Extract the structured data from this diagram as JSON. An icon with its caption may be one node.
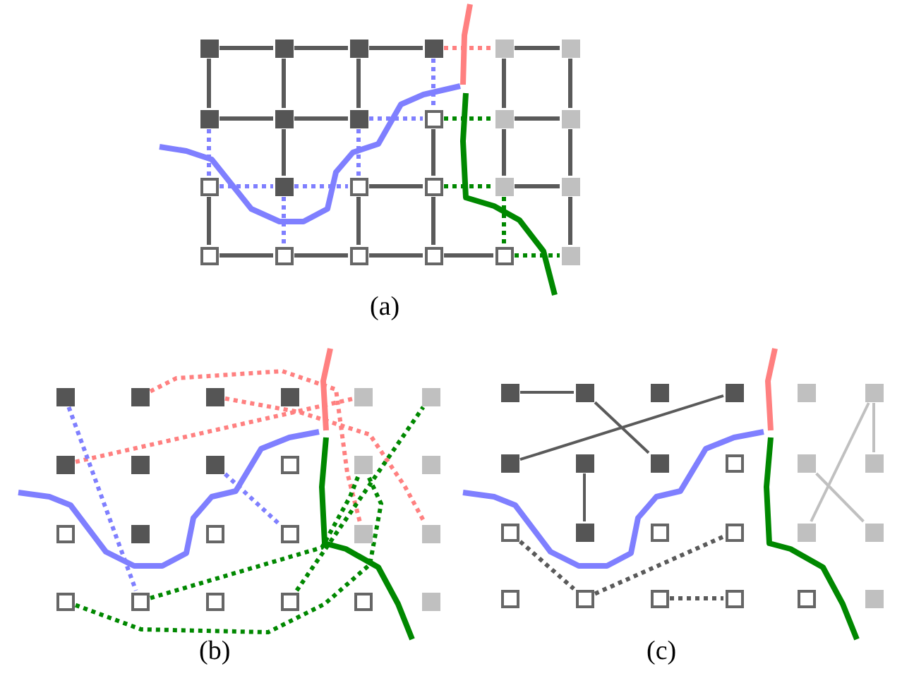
{
  "diagram": {
    "nodes": [
      {
        "text": [],
        "shape": "box"
      },
      {
        "text": [],
        "shape": "box"
      },
      {
        "text": [],
        "shape": "box"
      },
      {
        "text": [],
        "shape": "box"
      },
      {
        "text": [],
        "shape": "box"
      },
      {
        "text": [],
        "shape": "box"
      },
      {
        "text": [],
        "shape": "box"
      },
      {
        "text": [],
        "shape": "box"
      },
      {
        "text": [],
        "shape": "box"
      },
      {
        "text": [],
        "shape": "box"
      },
      {
        "text": [],
        "shape": "box"
      },
      {
        "text": [],
        "shape": "box"
      },
      {
        "text": [],
        "shape": "box"
      },
      {
        "text": [],
        "shape": "box"
      },
      {
        "text": [],
        "shape": "box"
      },
      {
        "text": [],
        "shape": "box"
      },
      {
        "text": [],
        "shape": "box"
      },
      {
        "text": [],
        "shape": "box"
      },
      {
        "text": [],
        "shape": "box"
      },
      {
        "text": [],
        "shape": "box"
      },
      {
        "text": [],
        "shape": "box"
      },
      {
        "text": [],
        "shape": "box"
      },
      {
        "text": [],
        "shape": "box"
      },
      {
        "text": [],
        "shape": "box"
      },
      {
        "text": [],
        "shape": "box"
      },
      {
        "text": [],
        "shape": "box"
      },
      {
        "text": [],
        "shape": "box"
      },
      {
        "text": [],
        "shape": "box"
      },
      {
        "text": [],
        "shape": "box"
      },
      {
        "text": [],
        "shape": "box"
      },
      {
        "text": [],
        "shape": "box"
      },
      {
        "text": [],
        "shape": "box"
      },
      {
        "text": [],
        "shape": "box"
      },
      {
        "text": [],
        "shape": "box"
      },
      {
        "text": [],
        "shape": "box"
      },
      {
        "text": [],
        "shape": "box"
      },
      {
        "text": [],
        "shape": "box"
      },
      {
        "text": [],
        "shape": "box"
      },
      {
        "text": [],
        "shape": "box"
      },
      {
        "text": [],
        "shape": "box"
      },
      {
        "text": [],
        "shape": "box"
      },
      {
        "text": [],
        "shape": "box"
      },
      {
        "text": [],
        "shape": "box"
      },
      {
        "text": [],
        "shape": "box"
      },
      {
        "text": [],
        "shape": "box"
      },
      {
        "text": [],
        "shape": "box"
      },
      {
        "text": [],
        "shape": "box"
      },
      {
        "text": [],
        "shape": "box"
      },
      {
        "text": [],
        "shape": "box"
      },
      {
        "text": [],
        "shape": "box"
      },
      {
        "text": [],
        "shape": "box"
      },
      {
        "text": [],
        "shape": "box"
      },
      {
        "text": [],
        "shape": "box"
      },
      {
        "text": [],
        "shape": "box"
      },
      {
        "text": [],
        "shape": "box"
      },
      {
        "text": [],
        "shape": "box"
      },
      {
        "text": [],
        "shape": "box"
      },
      {
        "text": [],
        "shape": "box"
      },
      {
        "text": [],
        "shape": "box"
      },
      {
        "text": [],
        "shape": "box"
      },
      {
        "text": [],
        "shape": "box"
      },
      {
        "text": [],
        "shape": "box"
      },
      {
        "text": [],
        "shape": "box"
      },
      {
        "text": [],
        "shape": "box"
      },
      {
        "text": [],
        "shape": "box"
      },
      {
        "text": [],
        "shape": "box"
      },
      {
        "text": [],
        "shape": "box"
      },
      {
        "text": [],
        "shape": "box"
      },
      {
        "text": [],
        "shape": "box"
      },
      {
        "text": [],
        "shape": "box"
      },
      {
        "text": [],
        "shape": "box"
      },
      {
        "text": [],
        "shape": "box"
      }
    ],
    "edges": [
      {
        "from": 0,
        "to": 1,
        "arrow": "none"
      },
      {
        "from": 1,
        "to": 2,
        "arrow": "none"
      },
      {
        "from": 2,
        "to": 3,
        "arrow": "none"
      },
      {
        "from": 3,
        "to": 4,
        "arrow": "none",
        "style": "dashed",
        "color": "#ff8080"
      },
      {
        "from": 4,
        "to": 5,
        "arrow": "none"
      },
      {
        "from": 6,
        "to": 7,
        "arrow": "none"
      },
      {
        "from": 7,
        "to": 8,
        "arrow": "none"
      },
      {
        "from": 8,
        "to": 9,
        "arrow": "none",
        "style": "dashed",
        "color": "#7f7fff"
      },
      {
        "from": 9,
        "to": 10,
        "arrow": "none",
        "style": "dashed",
        "color": "#008800"
      },
      {
        "from": 10,
        "to": 11,
        "arrow": "none"
      },
      {
        "from": 12,
        "to": 13,
        "arrow": "none",
        "style": "dashed",
        "color": "#7f7fff"
      },
      {
        "from": 13,
        "to": 14,
        "arrow": "none",
        "style": "dashed",
        "color": "#7f7fff"
      },
      {
        "from": 14,
        "to": 15,
        "arrow": "none"
      },
      {
        "from": 15,
        "to": 16,
        "arrow": "none",
        "style": "dashed",
        "color": "#008800"
      },
      {
        "from": 16,
        "to": 17,
        "arrow": "none"
      },
      {
        "from": 18,
        "to": 19,
        "arrow": "none"
      },
      {
        "from": 19,
        "to": 20,
        "arrow": "none"
      },
      {
        "from": 20,
        "to": 21,
        "arrow": "none"
      },
      {
        "from": 21,
        "to": 22,
        "arrow": "none"
      },
      {
        "from": 22,
        "to": 23,
        "arrow": "none",
        "style": "dashed",
        "color": "#008800"
      },
      {
        "from": 0,
        "to": 6,
        "arrow": "none"
      },
      {
        "from": 6,
        "to": 12,
        "arrow": "none",
        "style": "dashed",
        "color": "#7f7fff"
      },
      {
        "from": 12,
        "to": 18,
        "arrow": "none"
      },
      {
        "from": 1,
        "to": 7,
        "arrow": "none"
      },
      {
        "from": 7,
        "to": 13,
        "arrow": "none"
      },
      {
        "from": 13,
        "to": 19,
        "arrow": "none",
        "style": "dashed",
        "color": "#7f7fff"
      },
      {
        "from": 2,
        "to": 8,
        "arrow": "none"
      },
      {
        "from": 8,
        "to": 14,
        "arrow": "none",
        "style": "dashed",
        "color": "#7f7fff"
      },
      {
        "from": 14,
        "to": 20,
        "arrow": "none"
      },
      {
        "from": 3,
        "to": 9,
        "arrow": "none",
        "style": "dashed",
        "color": "#7f7fff"
      },
      {
        "from": 9,
        "to": 15,
        "arrow": "none"
      },
      {
        "from": 15,
        "to": 21,
        "arrow": "none"
      },
      {
        "from": 4,
        "to": 10,
        "arrow": "none"
      },
      {
        "from": 10,
        "to": 16,
        "arrow": "none"
      },
      {
        "from": 16,
        "to": 22,
        "arrow": "none",
        "style": "dashed",
        "color": "#008800"
      },
      {
        "from": 5,
        "to": 11,
        "arrow": "none"
      },
      {
        "from": 11,
        "to": 17,
        "arrow": "none"
      },
      {
        "from": 17,
        "to": 23,
        "arrow": "none"
      },
      {
        "from": 25,
        "to": 40,
        "arrow": "none",
        "style": "dashed",
        "color": "#ff8080"
      },
      {
        "from": 30,
        "to": 28,
        "arrow": "none",
        "style": "dashed",
        "color": "#ff8080"
      },
      {
        "from": 26,
        "to": 41,
        "arrow": "none",
        "style": "dashed",
        "color": "#ff8080"
      },
      {
        "from": 24,
        "to": 43,
        "arrow": "none",
        "style": "dashed",
        "color": "#7f7fff"
      },
      {
        "from": 32,
        "to": 39,
        "arrow": "none",
        "style": "dashed",
        "color": "#7f7fff"
      },
      {
        "from": 42,
        "to": 34,
        "arrow": "none",
        "style": "dashed",
        "color": "#008800"
      },
      {
        "from": 43,
        "to": 34,
        "arrow": "none",
        "style": "dashed",
        "color": "#008800"
      },
      {
        "from": 45,
        "to": 29,
        "arrow": "none",
        "style": "dashed",
        "color": "#008800"
      },
      {
        "from": 48,
        "to": 49,
        "arrow": "none"
      },
      {
        "from": 49,
        "to": 56,
        "arrow": "none"
      },
      {
        "from": 54,
        "to": 51,
        "arrow": "none"
      },
      {
        "from": 55,
        "to": 61,
        "arrow": "none"
      },
      {
        "from": 60,
        "to": 67,
        "arrow": "none",
        "style": "dashed"
      },
      {
        "from": 67,
        "to": 63,
        "arrow": "none",
        "style": "dashed"
      },
      {
        "from": 68,
        "to": 69,
        "arrow": "none",
        "style": "dashed"
      },
      {
        "from": 53,
        "to": 59,
        "arrow": "none",
        "color": "#c0c0c0"
      },
      {
        "from": 53,
        "to": 64,
        "arrow": "none",
        "color": "#c0c0c0"
      },
      {
        "from": 58,
        "to": 65,
        "arrow": "none",
        "color": "#c0c0c0"
      }
    ],
    "labels": [
      "(a)",
      "(b)",
      "(c)"
    ]
  }
}
